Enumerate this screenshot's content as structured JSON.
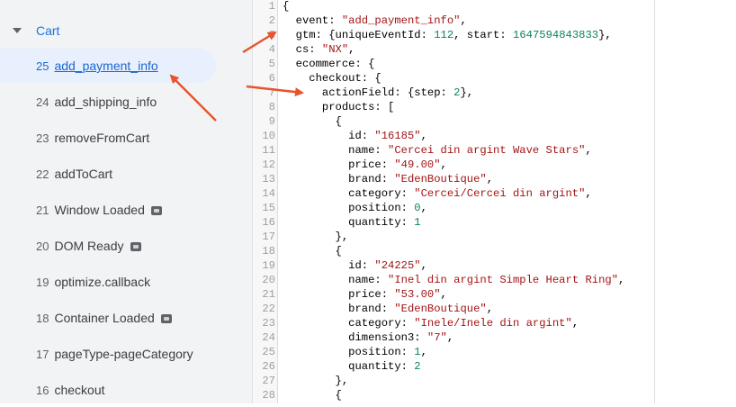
{
  "sidebar": {
    "folder_label": "Cart",
    "items": [
      {
        "num": "25",
        "name": "add_payment_info",
        "selected": true,
        "tag": false
      },
      {
        "num": "24",
        "name": "add_shipping_info",
        "selected": false,
        "tag": false
      },
      {
        "num": "23",
        "name": "removeFromCart",
        "selected": false,
        "tag": false
      },
      {
        "num": "22",
        "name": "addToCart",
        "selected": false,
        "tag": false
      },
      {
        "num": "21",
        "name": "Window Loaded",
        "selected": false,
        "tag": true
      },
      {
        "num": "20",
        "name": "DOM Ready",
        "selected": false,
        "tag": true
      },
      {
        "num": "19",
        "name": "optimize.callback",
        "selected": false,
        "tag": false
      },
      {
        "num": "18",
        "name": "Container Loaded",
        "selected": false,
        "tag": true
      },
      {
        "num": "17",
        "name": "pageType-pageCategory",
        "selected": false,
        "tag": false
      },
      {
        "num": "16",
        "name": "checkout",
        "selected": false,
        "tag": false
      }
    ]
  },
  "code": {
    "lines": [
      [
        {
          "t": "{",
          "c": "k"
        }
      ],
      [
        {
          "t": "  event: ",
          "c": "k"
        },
        {
          "t": "\"add_payment_info\"",
          "c": "s"
        },
        {
          "t": ",",
          "c": "k"
        }
      ],
      [
        {
          "t": "  gtm: {uniqueEventId: ",
          "c": "k"
        },
        {
          "t": "112",
          "c": "n"
        },
        {
          "t": ", start: ",
          "c": "k"
        },
        {
          "t": "1647594843833",
          "c": "n"
        },
        {
          "t": "},",
          "c": "k"
        }
      ],
      [
        {
          "t": "  cs: ",
          "c": "k"
        },
        {
          "t": "\"NX\"",
          "c": "s"
        },
        {
          "t": ",",
          "c": "k"
        }
      ],
      [
        {
          "t": "  ecommerce: {",
          "c": "k"
        }
      ],
      [
        {
          "t": "    checkout: {",
          "c": "k"
        }
      ],
      [
        {
          "t": "      actionField: {step: ",
          "c": "k"
        },
        {
          "t": "2",
          "c": "n"
        },
        {
          "t": "},",
          "c": "k"
        }
      ],
      [
        {
          "t": "      products: [",
          "c": "k"
        }
      ],
      [
        {
          "t": "        {",
          "c": "k"
        }
      ],
      [
        {
          "t": "          id: ",
          "c": "k"
        },
        {
          "t": "\"16185\"",
          "c": "s"
        },
        {
          "t": ",",
          "c": "k"
        }
      ],
      [
        {
          "t": "          name: ",
          "c": "k"
        },
        {
          "t": "\"Cercei din argint Wave Stars\"",
          "c": "s"
        },
        {
          "t": ",",
          "c": "k"
        }
      ],
      [
        {
          "t": "          price: ",
          "c": "k"
        },
        {
          "t": "\"49.00\"",
          "c": "s"
        },
        {
          "t": ",",
          "c": "k"
        }
      ],
      [
        {
          "t": "          brand: ",
          "c": "k"
        },
        {
          "t": "\"EdenBoutique\"",
          "c": "s"
        },
        {
          "t": ",",
          "c": "k"
        }
      ],
      [
        {
          "t": "          category: ",
          "c": "k"
        },
        {
          "t": "\"Cercei/Cercei din argint\"",
          "c": "s"
        },
        {
          "t": ",",
          "c": "k"
        }
      ],
      [
        {
          "t": "          position: ",
          "c": "k"
        },
        {
          "t": "0",
          "c": "n"
        },
        {
          "t": ",",
          "c": "k"
        }
      ],
      [
        {
          "t": "          quantity: ",
          "c": "k"
        },
        {
          "t": "1",
          "c": "n"
        }
      ],
      [
        {
          "t": "        },",
          "c": "k"
        }
      ],
      [
        {
          "t": "        {",
          "c": "k"
        }
      ],
      [
        {
          "t": "          id: ",
          "c": "k"
        },
        {
          "t": "\"24225\"",
          "c": "s"
        },
        {
          "t": ",",
          "c": "k"
        }
      ],
      [
        {
          "t": "          name: ",
          "c": "k"
        },
        {
          "t": "\"Inel din argint Simple Heart Ring\"",
          "c": "s"
        },
        {
          "t": ",",
          "c": "k"
        }
      ],
      [
        {
          "t": "          price: ",
          "c": "k"
        },
        {
          "t": "\"53.00\"",
          "c": "s"
        },
        {
          "t": ",",
          "c": "k"
        }
      ],
      [
        {
          "t": "          brand: ",
          "c": "k"
        },
        {
          "t": "\"EdenBoutique\"",
          "c": "s"
        },
        {
          "t": ",",
          "c": "k"
        }
      ],
      [
        {
          "t": "          category: ",
          "c": "k"
        },
        {
          "t": "\"Inele/Inele din argint\"",
          "c": "s"
        },
        {
          "t": ",",
          "c": "k"
        }
      ],
      [
        {
          "t": "          dimension3: ",
          "c": "k"
        },
        {
          "t": "\"7\"",
          "c": "s"
        },
        {
          "t": ",",
          "c": "k"
        }
      ],
      [
        {
          "t": "          position: ",
          "c": "k"
        },
        {
          "t": "1",
          "c": "n"
        },
        {
          "t": ",",
          "c": "k"
        }
      ],
      [
        {
          "t": "          quantity: ",
          "c": "k"
        },
        {
          "t": "2",
          "c": "n"
        }
      ],
      [
        {
          "t": "        },",
          "c": "k"
        }
      ],
      [
        {
          "t": "        {",
          "c": "k"
        }
      ]
    ]
  },
  "colors": {
    "accent": "#1a73e8",
    "selected_bg": "#e8f0fe",
    "string": "#a31515",
    "number": "#098658",
    "arrow": "#e8532a"
  }
}
